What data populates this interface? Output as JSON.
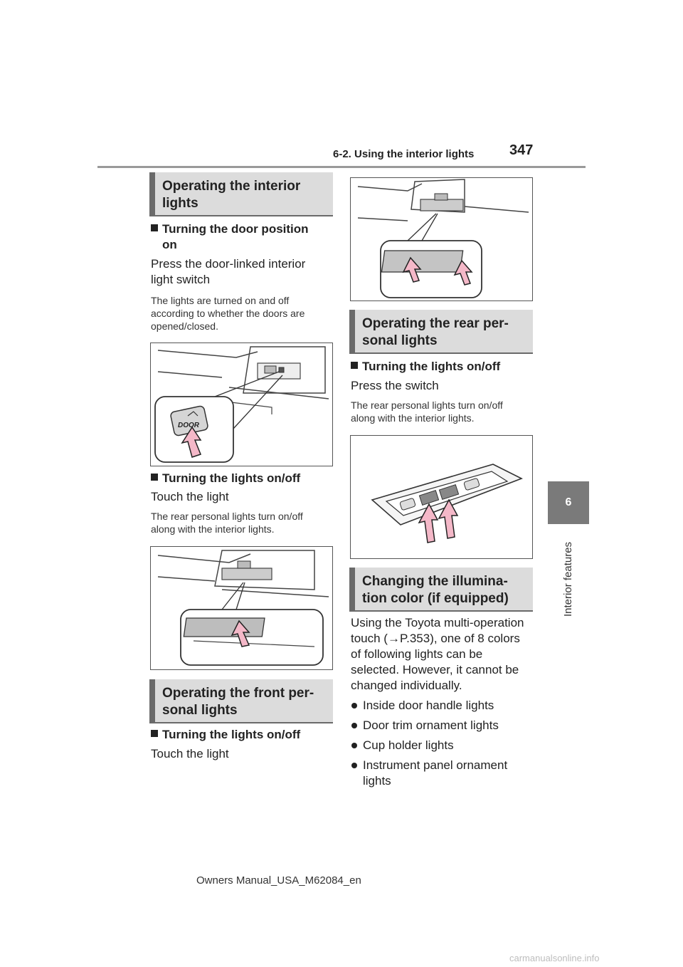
{
  "header": {
    "section": "6-2. Using the interior lights",
    "page": "347"
  },
  "side_tab": {
    "number": "6",
    "label": "Interior features"
  },
  "left": {
    "heading1": [
      "Operating the interior",
      "lights"
    ],
    "sub1": [
      "Turning the door position",
      "on"
    ],
    "body1": [
      "Press the door-linked interior",
      "light switch"
    ],
    "note1": [
      "The lights are turned on and off",
      "according to whether the doors are",
      "opened/closed."
    ],
    "fig1_label": "DOOR",
    "sub2": "Turning the lights on/off",
    "body2": "Touch the light",
    "note2": [
      "The rear personal lights turn on/off",
      "along with the interior lights."
    ],
    "heading2": [
      "Operating the front per-",
      "sonal lights"
    ],
    "sub3": "Turning the lights on/off",
    "body3": "Touch the light"
  },
  "right": {
    "heading3": [
      "Operating the rear per-",
      "sonal lights"
    ],
    "sub4": "Turning the lights on/off",
    "body4": "Press the switch",
    "note4": [
      "The rear personal lights turn on/off",
      "along with the interior lights."
    ],
    "heading4": [
      "Changing the illumina-",
      "tion color (if equipped)"
    ],
    "body5": [
      "Using the Toyota multi-operation",
      "touch (→P.353), one of 8 colors",
      "of following lights can be",
      "selected. However, it cannot be",
      "changed individually."
    ],
    "bullets": [
      [
        "Inside door handle lights"
      ],
      [
        "Door trim ornament lights"
      ],
      [
        "Cup holder lights"
      ],
      [
        "Instrument panel ornament",
        "lights"
      ]
    ]
  },
  "footer": "Owners Manual_USA_M62084_en",
  "watermark": "carmanualsonline.info",
  "colors": {
    "arrow_fill": "#f4b8c8",
    "arrow_stroke": "#222222",
    "heading_bg": "#dcdcdc",
    "tab_bg": "#7a7a7a"
  }
}
